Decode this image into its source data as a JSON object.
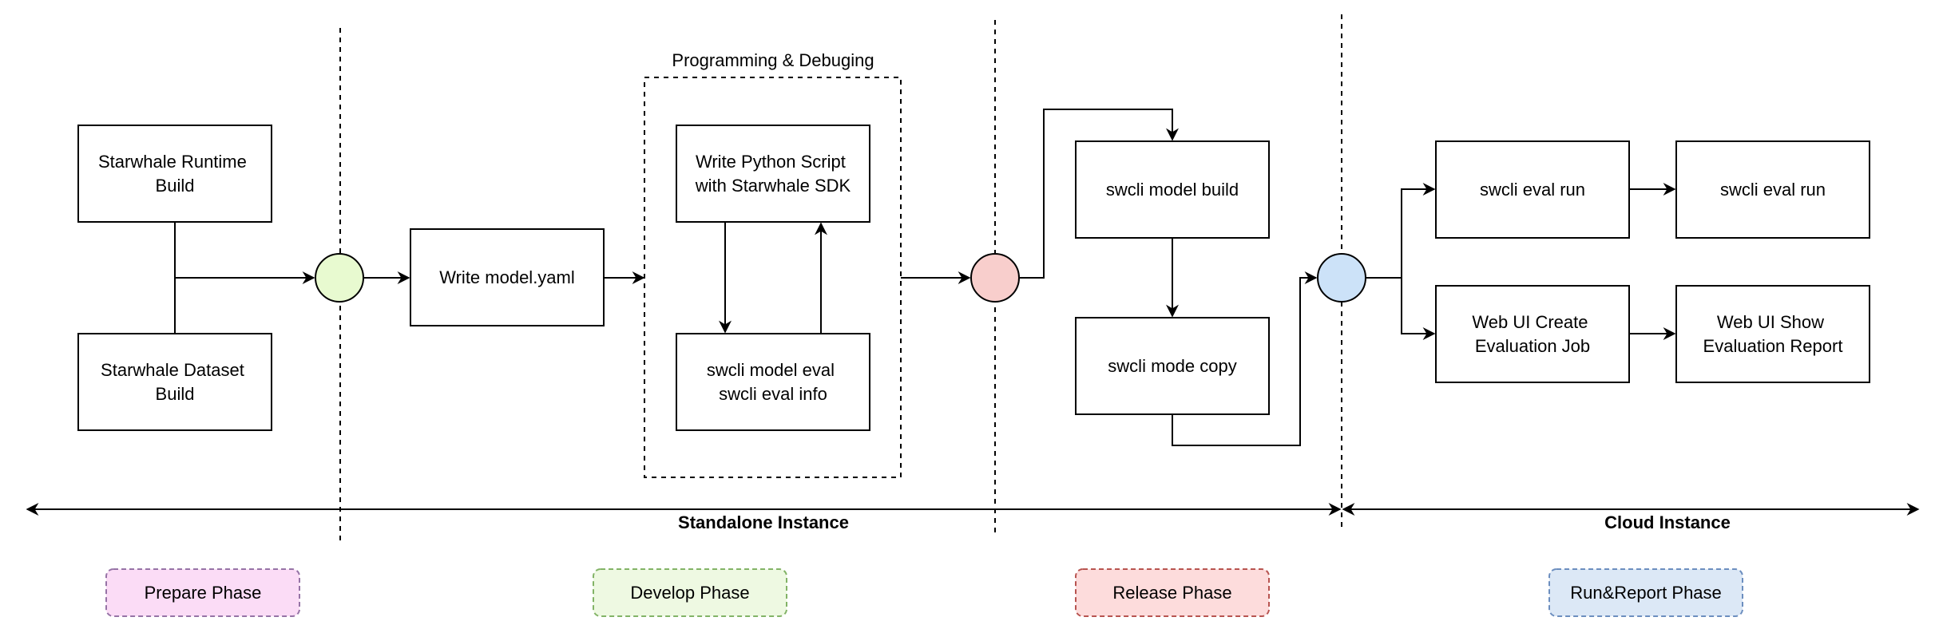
{
  "nodes": {
    "runtime_build": [
      "Starwhale Runtime",
      "Build"
    ],
    "dataset_build": [
      "Starwhale Dataset",
      "Build"
    ],
    "write_yaml": [
      "Write model.yaml"
    ],
    "write_script": [
      "Write Python Script",
      "with Starwhale SDK"
    ],
    "model_eval": [
      "swcli model eval",
      "swcli eval info"
    ],
    "model_build": [
      "swcli model build"
    ],
    "mode_copy": [
      "swcli mode copy"
    ],
    "eval_run_1": [
      "swcli eval run"
    ],
    "eval_run_2": [
      "swcli eval run"
    ],
    "web_create": [
      "Web UI Create",
      "Evaluation Job"
    ],
    "web_show": [
      "Web UI Show",
      "Evaluation Report"
    ]
  },
  "group_label": "Programming & Debuging",
  "instances": {
    "standalone": "Standalone Instance",
    "cloud": "Cloud Instance"
  },
  "phases": [
    {
      "label": "Prepare Phase",
      "color": "#fbdcf6",
      "border": "#9673a6"
    },
    {
      "label": "Develop Phase",
      "color": "#eef9e2",
      "border": "#82b366"
    },
    {
      "label": "Release Phase",
      "color": "#fddcdc",
      "border": "#b85450"
    },
    {
      "label": "Run&Report Phase",
      "color": "#dce8f6",
      "border": "#6c8ebf"
    }
  ],
  "junction_colors": {
    "prepare": "#e8fad0",
    "release": "#f8cecc",
    "run": "#cce2f8"
  }
}
